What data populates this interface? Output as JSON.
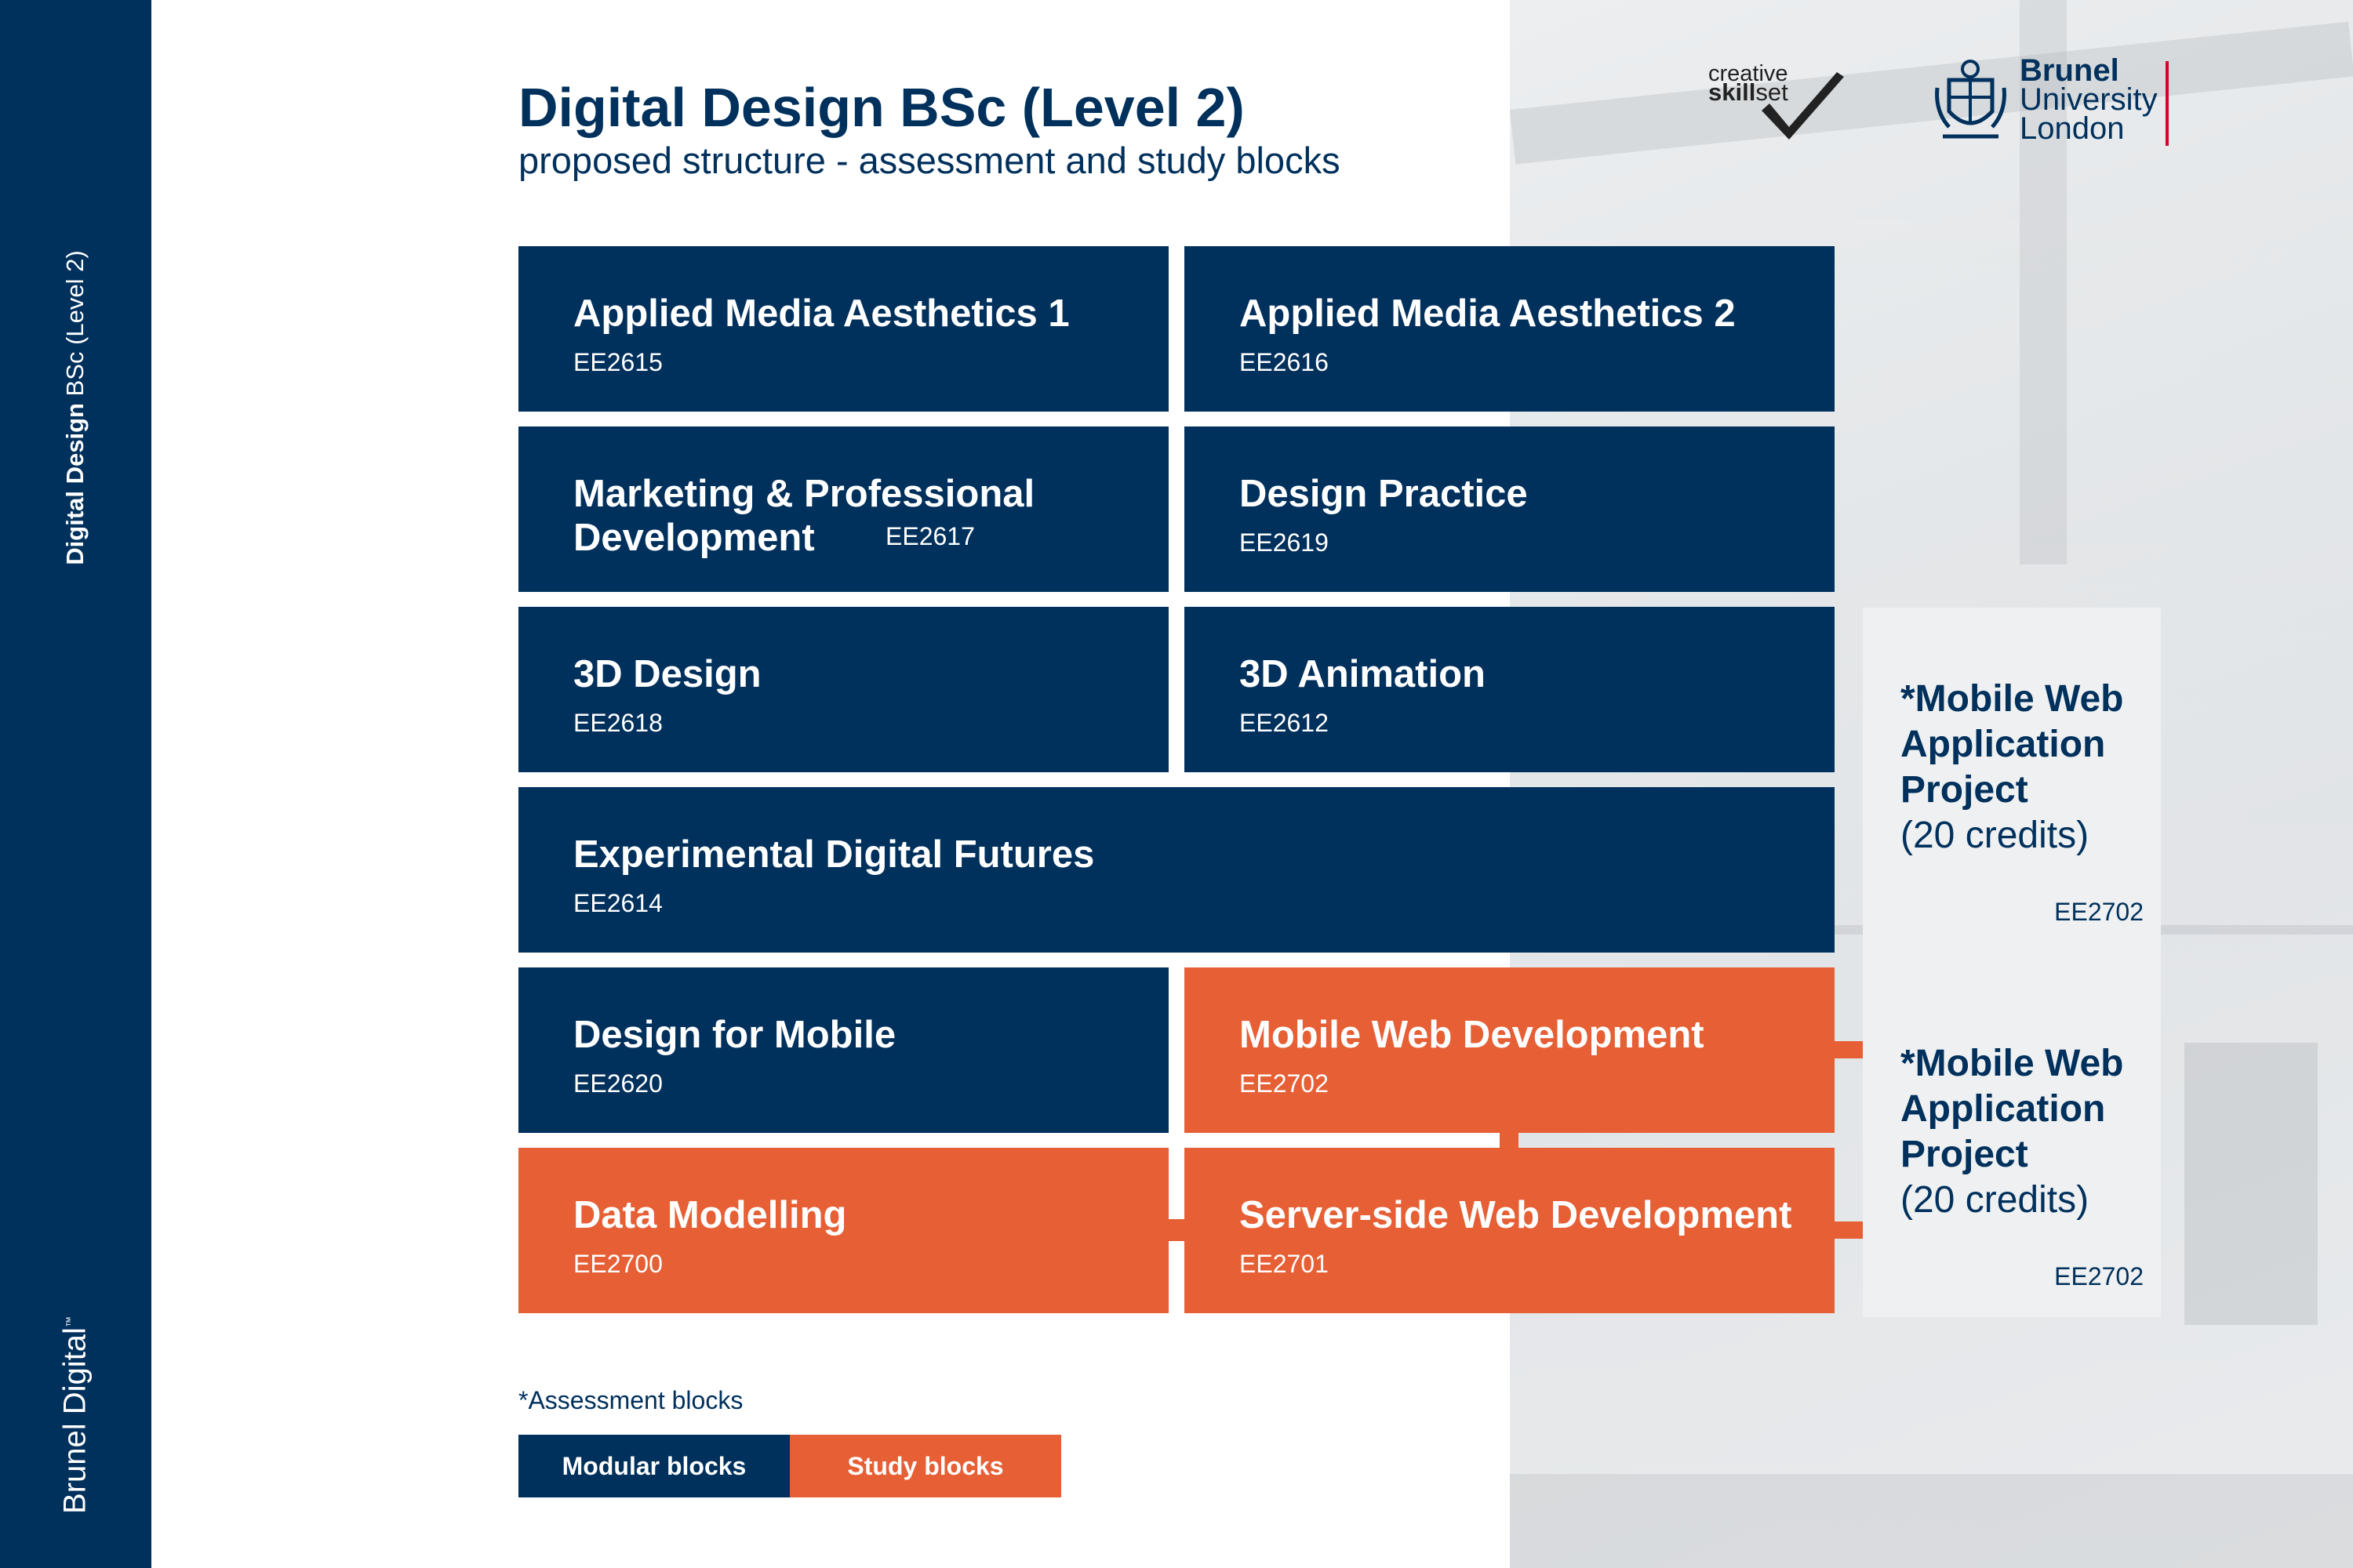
{
  "sidebar": {
    "title_bold": "Digital Design",
    "title_rest": "BSc  (Level 2)",
    "brand": "Brunel Digital",
    "brand_tm": "™"
  },
  "header": {
    "title": "Digital Design BSc (Level 2)",
    "subtitle": "proposed structure - assessment and study blocks"
  },
  "logos": {
    "skillset_top": "creative",
    "skillset_bold": "skill",
    "skillset_rest": "set",
    "brunel_line1": "Brunel",
    "brunel_line2": "University",
    "brunel_line3": "London"
  },
  "modules": [
    {
      "name": "Applied Media Aesthetics 1",
      "code": "EE2615",
      "type": "modular"
    },
    {
      "name": "Applied Media Aesthetics 2",
      "code": "EE2616",
      "type": "modular"
    },
    {
      "name_line1": "Marketing & Professional",
      "name_line2": "Development",
      "code": "EE2617",
      "type": "modular"
    },
    {
      "name": "Design Practice",
      "code": "EE2619",
      "type": "modular"
    },
    {
      "name": "3D Design",
      "code": "EE2618",
      "type": "modular"
    },
    {
      "name": "3D Animation",
      "code": "EE2612",
      "type": "modular"
    },
    {
      "name": "Experimental Digital Futures",
      "code": "EE2614",
      "type": "modular"
    },
    {
      "name": "Design for Mobile",
      "code": "EE2620",
      "type": "modular"
    },
    {
      "name": "Mobile Web Development",
      "code": "EE2702",
      "type": "study"
    },
    {
      "name": "Data Modelling",
      "code": "EE2700",
      "type": "study"
    },
    {
      "name": "Server-side Web Development",
      "code": "EE2701",
      "type": "study"
    }
  ],
  "assessments": [
    {
      "line1": "*Mobile Web",
      "line2": "Application",
      "line3": "Project",
      "credits": "(20 credits)",
      "code": "EE2702"
    },
    {
      "line1": "*Mobile Web",
      "line2": "Application",
      "line3": "Project",
      "credits": "(20 credits)",
      "code": "EE2702"
    }
  ],
  "legend": {
    "note": "*Assessment blocks",
    "modular_label": "Modular blocks",
    "study_label": "Study blocks"
  },
  "colors": {
    "navy": "#00305c",
    "orange": "#e65f35",
    "assessment_bg": "#eef0f1",
    "brunel_red": "#d6002a"
  }
}
